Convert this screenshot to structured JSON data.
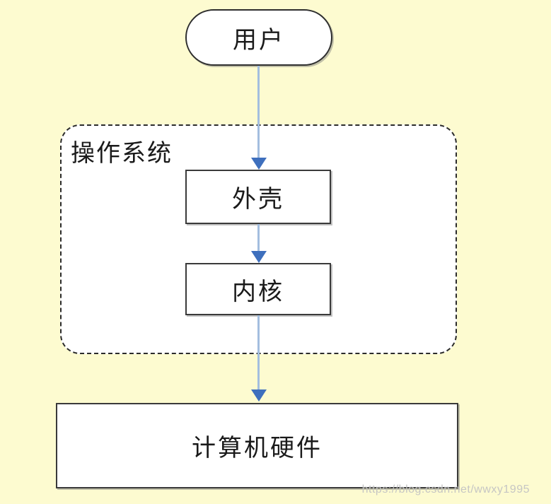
{
  "diagram": {
    "title": "operating-system-layers-flowchart",
    "background_color": "#FDFBD0",
    "node_fill": "#FFFFFF",
    "node_border_color": "#3A3A3A",
    "dashed_border_color": "#2B2B2B",
    "arrow_stem_color": "#A3BEDF",
    "arrow_head_color": "#3E6FBD",
    "nodes": {
      "user": {
        "label": "用户",
        "shape": "stadium"
      },
      "os_container": {
        "label": "操作系统",
        "shape": "dashed-rounded-rect"
      },
      "shell": {
        "label": "外壳",
        "shape": "rect"
      },
      "kernel": {
        "label": "内核",
        "shape": "rect"
      },
      "hardware": {
        "label": "计算机硬件",
        "shape": "rect"
      }
    },
    "edges": [
      {
        "from": "user",
        "to": "shell",
        "style": "arrow-down"
      },
      {
        "from": "shell",
        "to": "kernel",
        "style": "arrow-down"
      },
      {
        "from": "kernel",
        "to": "hardware",
        "style": "arrow-down"
      }
    ]
  },
  "watermark": {
    "text": "https://blog.csdn.net/wwxy1995",
    "color": "#C3C3C3"
  }
}
